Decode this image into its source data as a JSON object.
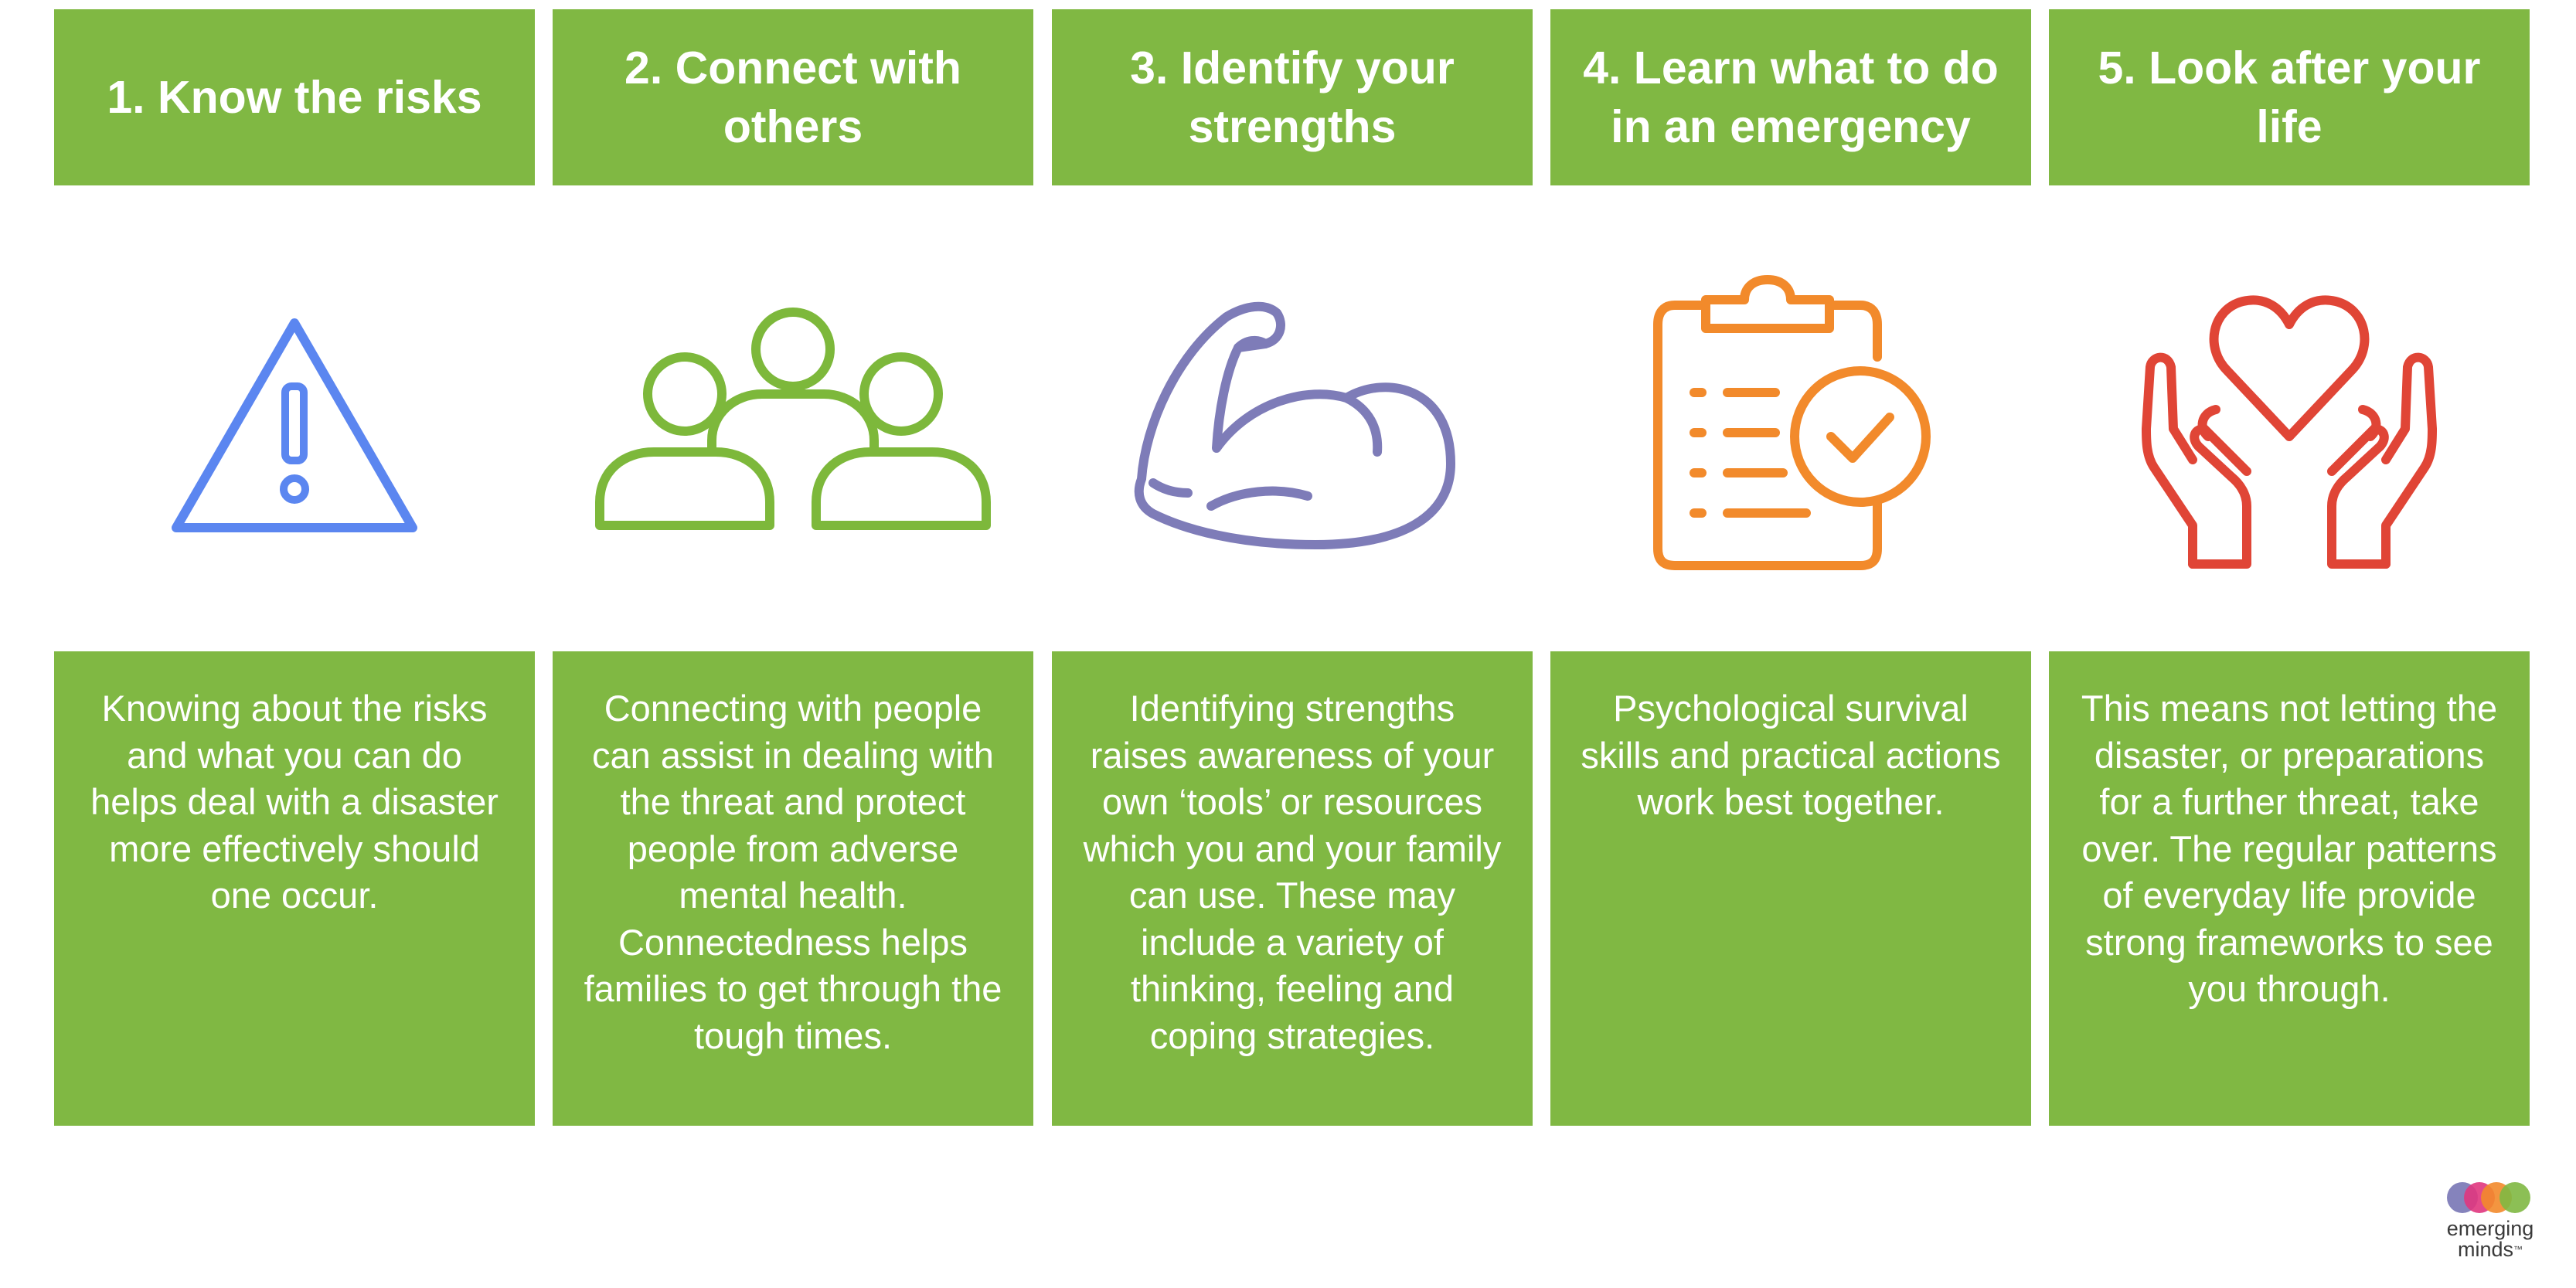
{
  "colors": {
    "panel_green": "#80b843",
    "text_white": "#ffffff",
    "warning_blue": "#5b86f0",
    "people_green": "#7db83b",
    "muscle_purple": "#7e7cb8",
    "clipboard_orange": "#f28a2b",
    "heart_red": "#e04536"
  },
  "steps": [
    {
      "title": "1. Know the risks",
      "icon": "warning-triangle-icon",
      "body": "Knowing about the risks and what you can do helps deal with a disaster more effectively should one occur."
    },
    {
      "title": "2. Connect with others",
      "icon": "people-group-icon",
      "body": "Connecting with people can assist in dealing with the threat and protect people from adverse mental health. Connectedness helps families to get through the tough times."
    },
    {
      "title": "3. Identify your strengths",
      "icon": "flexed-arm-icon",
      "body": "Identifying strengths raises awareness of your own ‘tools’ or resources which you and your family can use. These may include a variety of thinking, feeling and coping strategies."
    },
    {
      "title": "4. Learn what to do in an emergency",
      "icon": "clipboard-check-icon",
      "body": "Psychological survival skills and practical actions work best together."
    },
    {
      "title": "5. Look after your life",
      "icon": "heart-in-hands-icon",
      "body": "This means not letting the disaster, or preparations for a further threat, take over. The regular patterns of everyday life provide strong frameworks to see you through."
    }
  ],
  "logo": {
    "line1": "emerging",
    "line2": "minds",
    "trademark": "™"
  }
}
